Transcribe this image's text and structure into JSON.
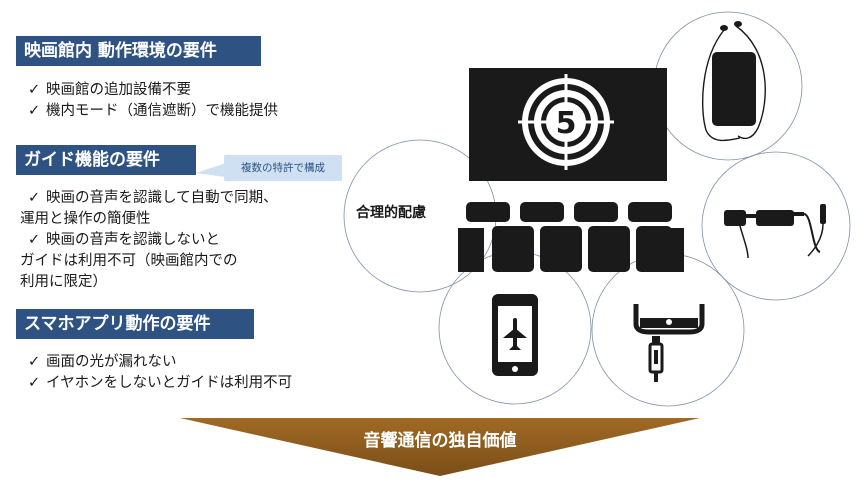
{
  "sections": {
    "theater": {
      "title": "映画館内 動作環境の要件",
      "items": [
        "映画館の追加設備不要",
        "機内モード（通信遮断）で機能提供"
      ]
    },
    "guide": {
      "title": "ガイド機能の要件",
      "items": [
        [
          "映画の音声を認識して自動で同期、",
          "運用と操作の簡便性"
        ],
        [
          "映画の音声を認識しないと",
          "ガイドは利用不可（映画館内での",
          "利用に限定）"
        ]
      ]
    },
    "smartphone": {
      "title": "スマホアプリ動作の要件",
      "items": [
        "画面の光が漏れない",
        "イヤホンをしないとガイドは利用不可"
      ]
    }
  },
  "check_symbol": "✓",
  "callout": "複数の特許で構成",
  "diagram": {
    "center_label": "合理的配慮",
    "screen_number": "5"
  },
  "bottom_arrow": {
    "label": "音響通信の独自価値"
  },
  "icons": [
    "earphone-phone-icon",
    "smart-glasses-icon",
    "airplane-mode-phone-icon",
    "dark-screen-phone-icon",
    "movie-screen-icon",
    "theater-seats-icon"
  ],
  "colors": {
    "header": "#2e5383",
    "callout": "#cfe0f3",
    "arrow": "#8a5a1e",
    "circle": "#7f8fa6"
  }
}
